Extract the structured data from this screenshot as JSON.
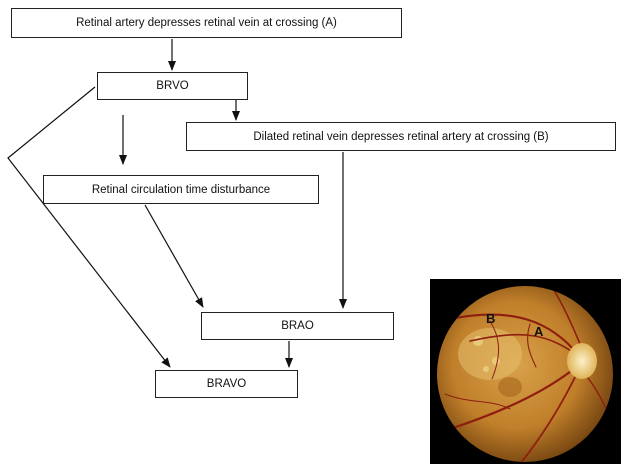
{
  "nodes": {
    "artery_depresses_vein": "Retinal artery depresses retinal vein at crossing (A)",
    "brvo": "BRVO",
    "vein_depresses_artery": "Dilated retinal vein depresses retinal artery at crossing (B)",
    "circulation_disturbance": "Retinal circulation time disturbance",
    "brao": "BRAO",
    "bravo": "BRAVO"
  },
  "photo": {
    "label_b": "B",
    "label_a": "A"
  },
  "colors": {
    "line": "#111111",
    "fundus_center": "#d39a3c",
    "fundus_edge": "#7a4a12",
    "vessel": "#8e1f10",
    "disc": "#f3e3a8"
  }
}
